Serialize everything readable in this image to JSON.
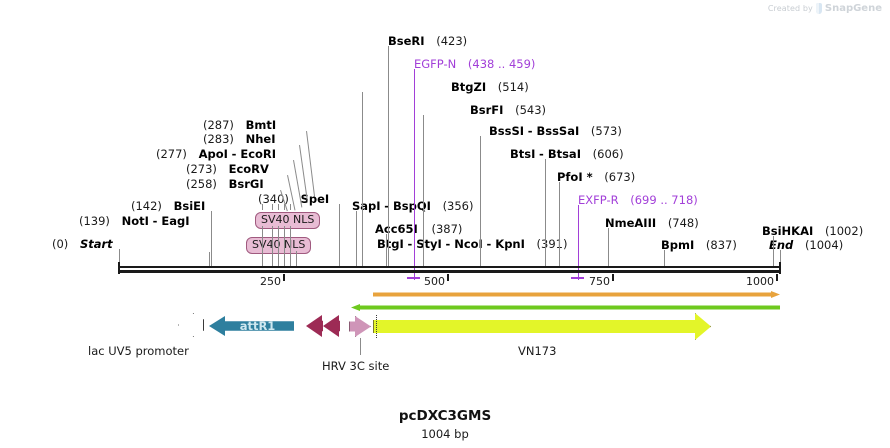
{
  "credit": {
    "prefix": "Created by",
    "brand": "SnapGene",
    "logo_icon": "snapgene-logo-icon"
  },
  "plasmid": {
    "name": "pcDXC3GMS",
    "size": "1004 bp",
    "length_bp": 1004
  },
  "ruler": {
    "ticks": [
      "250",
      "500",
      "750",
      "1000"
    ],
    "tick_values": [
      250,
      500,
      750,
      1000
    ],
    "start_label": "Start",
    "start_pos": "(0)",
    "end_label": "End",
    "end_pos": "(1004)"
  },
  "colors": {
    "backbone": "#1a1a1a",
    "feature_purple": "#a23fd8",
    "nls_chip_fill": "#e8bcd4",
    "nls_chip_stroke": "#a05a7f",
    "attr1": "#2e7f9e",
    "pentagon_dark": "#9d2b55",
    "pentagon_light": "#cf95b8",
    "vn173": "#e3f529",
    "orange_arrow": "#e8a33d",
    "green_arrow": "#6ec91e",
    "leader_line": "#8b8b8b"
  },
  "enzymes": [
    {
      "id": "start",
      "pos_text": "(0)",
      "names": [
        "Start"
      ],
      "bp": 0,
      "italic": true,
      "pos_first": true
    },
    {
      "id": "bsiei",
      "pos_text": "(142)",
      "names": [
        "BsiEI"
      ],
      "bp": 142,
      "pos_first": true
    },
    {
      "id": "noti",
      "pos_text": "(139)",
      "names": [
        "NotI",
        "EagI"
      ],
      "bp": 139,
      "pos_first": true
    },
    {
      "id": "bsrgi",
      "pos_text": "(258)",
      "names": [
        "BsrGI"
      ],
      "bp": 258,
      "pos_first": true
    },
    {
      "id": "ecorv",
      "pos_text": "(273)",
      "names": [
        "EcoRV"
      ],
      "bp": 273,
      "pos_first": true
    },
    {
      "id": "apoi",
      "pos_text": "(277)",
      "names": [
        "ApoI",
        "EcoRI"
      ],
      "bp": 277,
      "pos_first": true
    },
    {
      "id": "nhei",
      "pos_text": "(283)",
      "names": [
        "NheI"
      ],
      "bp": 283,
      "pos_first": true
    },
    {
      "id": "bmti",
      "pos_text": "(287)",
      "names": [
        "BmtI"
      ],
      "bp": 287,
      "pos_first": true
    },
    {
      "id": "spei",
      "pos_text": "(340)",
      "names": [
        "SpeI"
      ],
      "bp": 340,
      "pos_first": true
    },
    {
      "id": "sapi",
      "pos_text": "(356)",
      "names": [
        "SapI",
        "BspQI"
      ],
      "bp": 356,
      "pos_first": false
    },
    {
      "id": "acc65i",
      "pos_text": "(387)",
      "names": [
        "Acc65I"
      ],
      "bp": 387,
      "pos_first": false
    },
    {
      "id": "btgi",
      "pos_text": "(391)",
      "names": [
        "BtgI",
        "StyI",
        "NcoI",
        "KpnI"
      ],
      "bp": 391,
      "pos_first": false
    },
    {
      "id": "bseri",
      "pos_text": "(423)",
      "names": [
        "BseRI"
      ],
      "bp": 423,
      "pos_first": false
    },
    {
      "id": "btgzi",
      "pos_text": "(514)",
      "names": [
        "BtgZI"
      ],
      "bp": 514,
      "pos_first": false
    },
    {
      "id": "bsrfi",
      "pos_text": "(543)",
      "names": [
        "BsrFI"
      ],
      "bp": 543,
      "pos_first": false
    },
    {
      "id": "bsssi",
      "pos_text": "(573)",
      "names": [
        "BssSI",
        "BssSaI"
      ],
      "bp": 573,
      "pos_first": false
    },
    {
      "id": "btsi",
      "pos_text": "(606)",
      "names": [
        "BtsI",
        "BtsaI"
      ],
      "bp": 606,
      "pos_first": false
    },
    {
      "id": "pfoi",
      "pos_text": "(673)",
      "names": [
        "PfoI *"
      ],
      "bp": 673,
      "pos_first": false
    },
    {
      "id": "nmeaiii",
      "pos_text": "(748)",
      "names": [
        "NmeAIII"
      ],
      "bp": 748,
      "pos_first": false
    },
    {
      "id": "bpmi",
      "pos_text": "(837)",
      "names": [
        "BpmI"
      ],
      "bp": 837,
      "pos_first": false
    },
    {
      "id": "bsihkai",
      "pos_text": "(1002)",
      "names": [
        "BsiHKAI"
      ],
      "bp": 1002,
      "pos_first": false
    },
    {
      "id": "end",
      "pos_text": "(1004)",
      "names": [
        "End"
      ],
      "bp": 1004,
      "italic": true,
      "pos_first": false
    }
  ],
  "purple_features": [
    {
      "id": "egfp-n",
      "name": "EGFP-N",
      "pos_text": "(438 .. 459)",
      "start": 438,
      "end": 459
    },
    {
      "id": "exfp-r",
      "name": "EXFP-R",
      "pos_text": "(699 .. 718)",
      "start": 699,
      "end": 718
    }
  ],
  "nls_chips": [
    {
      "id": "sv40-nls-upper",
      "label": "SV40 NLS"
    },
    {
      "id": "sv40-nls-lower",
      "label": "SV40 NLS"
    }
  ],
  "features": [
    {
      "id": "lac-uv5-promoter",
      "label": "lac UV5 promoter",
      "shape": "promoter-arrow-left",
      "color": "#ffffff"
    },
    {
      "id": "attr1",
      "label": "attR1",
      "shape": "arrow-left",
      "color": "#2e7f9e",
      "inline_label": true
    },
    {
      "id": "hrv-3c-site",
      "label": "HRV 3C site",
      "shape": "pentagon",
      "color": "#cf95b8"
    },
    {
      "id": "vn173",
      "label": "VN173",
      "shape": "arrow-right",
      "color": "#e3f529"
    }
  ],
  "label_texts": {
    "lac_promoter": "lac UV5 promoter",
    "attr1": "attR1",
    "hrv": "HRV 3C site",
    "vn173": "VN173"
  }
}
